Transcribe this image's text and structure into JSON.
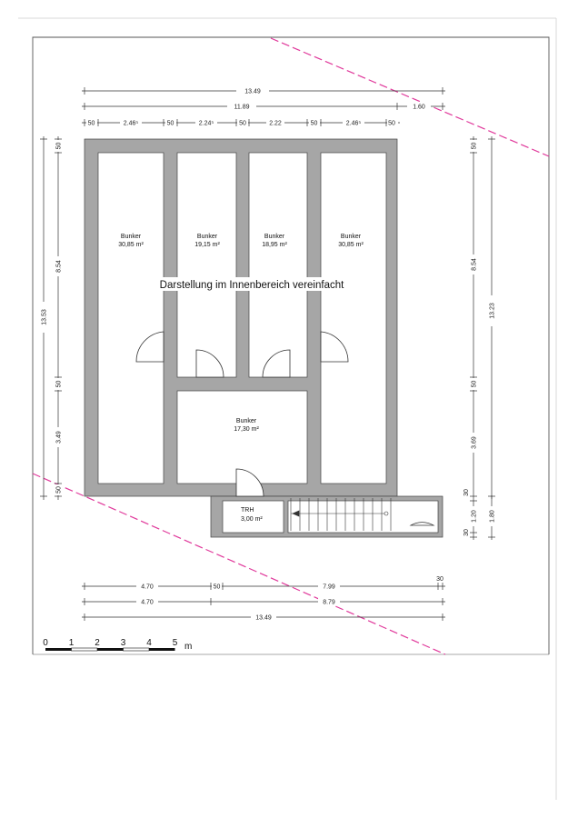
{
  "note": "Darstellung im Innenbereich vereinfacht",
  "rooms": [
    {
      "name": "Bunker",
      "area": "30,85 m²"
    },
    {
      "name": "Bunker",
      "area": "19,15 m²"
    },
    {
      "name": "Bunker",
      "area": "18,95 m²"
    },
    {
      "name": "Bunker",
      "area": "30,85 m²"
    },
    {
      "name": "Bunker",
      "area": "17,30 m²"
    },
    {
      "name": "TRH",
      "area": "3,00 m²"
    }
  ],
  "dims": {
    "top1": "13.49",
    "top2a": "11.89",
    "top2b": "1.60",
    "top3": [
      "50",
      "2.46⁵",
      "50",
      "2.24⁵",
      "50",
      "2.22",
      "50",
      "2.46⁵",
      "50"
    ],
    "left": [
      "50",
      "8.54",
      "50",
      "3.49",
      "50"
    ],
    "left_total": "13.53",
    "right": [
      "50",
      "8.54",
      "50",
      "3.69",
      "30",
      "1.20",
      "30"
    ],
    "right_total": "13.23",
    "right_bottom": "1.80",
    "bottom1": [
      "4.70",
      "50",
      "7.99",
      "30"
    ],
    "bottom2": [
      "4.70",
      "8.79"
    ],
    "bottom3": "13.49"
  },
  "scale": {
    "labels": [
      "0",
      "1",
      "2",
      "3",
      "4",
      "5"
    ],
    "unit": "m"
  },
  "colors": {
    "wall": "#a6a6a6",
    "property_line": "#e0399b"
  }
}
